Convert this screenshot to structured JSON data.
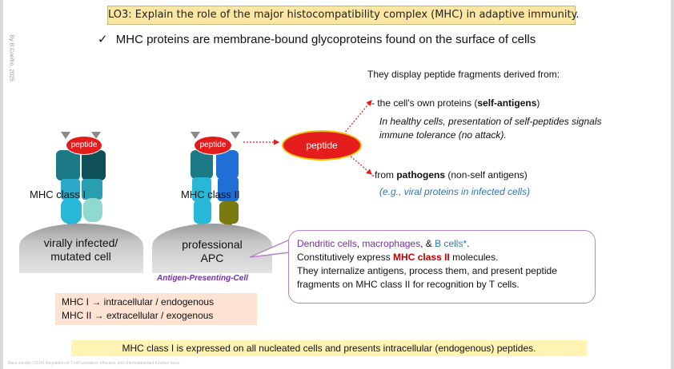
{
  "title": "LO3: Explain the role of the major histocompatibility complex (MHC) in adaptive immunity.",
  "bullet": {
    "check": "✓",
    "text": "MHC proteins are membrane-bound glycoproteins found on the surface of cells"
  },
  "side_credit": "By B.Coelho, 2025",
  "display_heading": "They display peptide fragments derived from:",
  "self_item": {
    "prefix": "- the cell's own proteins (",
    "bold": "self-antigens",
    "suffix": ")",
    "note_line1": "In healthy cells, presentation of self-peptides signals",
    "note_line2": "immune tolerance (no attack)."
  },
  "pathogen_item": {
    "prefix": "-from ",
    "bold": "pathogens",
    "suffix": " (non-self antigens)",
    "example": "(e.g., viral proteins in infected cells)"
  },
  "mhc1": {
    "peptide": "peptide",
    "label": "MHC class I",
    "cell_line1": "virally infected/",
    "cell_line2": "mutated cell"
  },
  "mhc2": {
    "peptide": "peptide",
    "label": "MHC class II",
    "cell_line1": "professional",
    "cell_line2": "APC",
    "apc_label": "Antigen-Presenting-Cell"
  },
  "peptide_big": "peptide",
  "callout": {
    "dc": "Dendritic cells",
    "comma1": ", ",
    "mac": "macrophages",
    "amp": ", & ",
    "bcells": "B cells*",
    "dot": ".",
    "line2_prefix": "Constitutively express ",
    "line2_bold": "MHC class II",
    "line2_suffix": " molecules.",
    "line3": "They internalize antigens, process them, and present peptide",
    "line4": "fragments on MHC class II for recognition by T cells."
  },
  "mhc_box": {
    "line1": "MHC I → intracellular / endogenous",
    "line2": "MHC II → extracellular / exogenous"
  },
  "bottom_note": "MHC class I is expressed on all nucleated cells and presents intracellular (endogenous) peptides.",
  "footer": "Bass-Jocoby, (2014) Regulation of T-cell activation, effectors, and chemoattractant function focus",
  "colors": {
    "title_bg": "#fbe7a1",
    "peptide_red": "#e31b1b",
    "teal_dark": "#1b7a86",
    "teal_light": "#27b8d8",
    "apc_blue": "#1f6fd6",
    "olive": "#7b7a12",
    "callout_border": "#b784c8",
    "purple": "#7030a0",
    "blue": "#2e75b6",
    "mhc_box_bg": "#fde3d4",
    "bottom_bg": "#fff4b3"
  }
}
